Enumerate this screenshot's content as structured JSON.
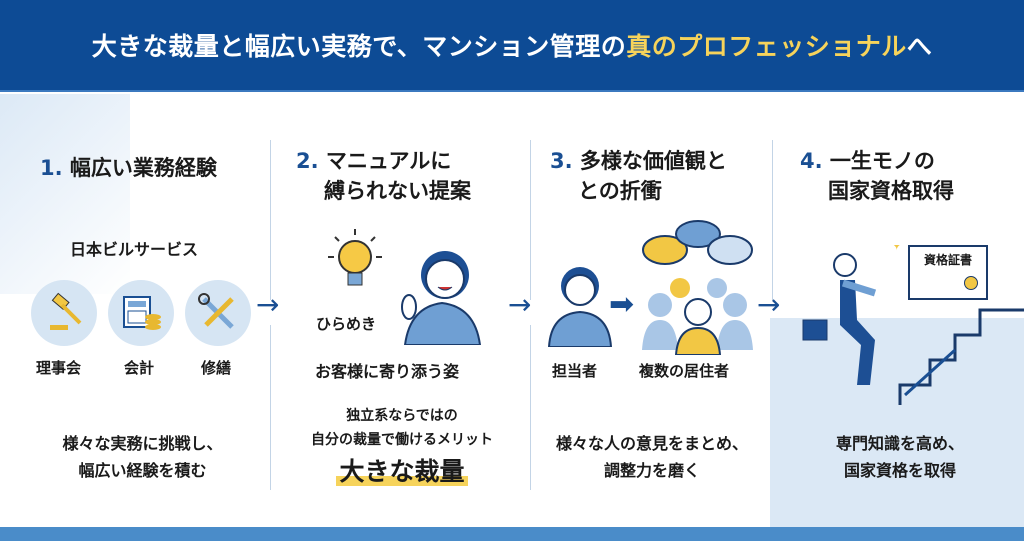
{
  "header": {
    "title_main": "大きな裁量と幅広い実務で、マンション管理の",
    "title_highlight": "真のプロフェッショナル",
    "title_end": "へ"
  },
  "colors": {
    "header": "#0d4b95",
    "accent": "#f6d35b",
    "numbers": "#1a4f93",
    "panel": "#dbe8f5"
  },
  "steps": [
    {
      "num": "1.",
      "title": [
        "幅広い業務経験"
      ],
      "company": "日本ビルサービス",
      "icons": [
        {
          "icon": "gavel-icon",
          "label": "理事会"
        },
        {
          "icon": "calculator-coins-icon",
          "label": "会計"
        },
        {
          "icon": "wrench-screwdriver-icon",
          "label": "修繕"
        }
      ],
      "desc": [
        "様々な実務に挑戦し、",
        "幅広い経験を積む"
      ]
    },
    {
      "num": "2.",
      "title": [
        "マニュアルに",
        "縛られない提案"
      ],
      "bulb_label": "ひらめき",
      "caption": "お客様に寄り添う姿",
      "desc": [
        "独立系ならではの",
        "自分の裁量で働けるメリット"
      ],
      "highlight": "大きな裁量"
    },
    {
      "num": "3.",
      "title": [
        "多様な価値観と",
        "との折衝"
      ],
      "person_label": "担当者",
      "group_label": "複数の居住者",
      "desc": [
        "様々な人の意見をまとめ、",
        "調整力を磨く"
      ]
    },
    {
      "num": "4.",
      "title": [
        "一生モノの",
        "国家資格取得"
      ],
      "certificate": "資格証書",
      "desc": [
        "専門知識を高め、",
        "国家資格を取得"
      ]
    }
  ]
}
